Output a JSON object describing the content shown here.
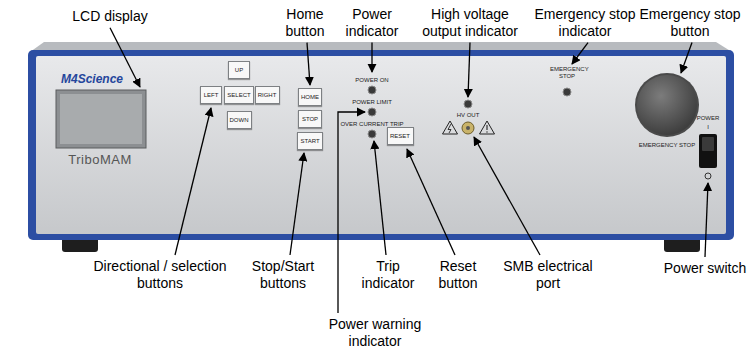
{
  "diagram": {
    "nodes": [
      {
        "text": [
          "UP"
        ]
      },
      {
        "text": [
          "LEFT"
        ]
      },
      {
        "text": [
          "SELECT"
        ]
      },
      {
        "text": [
          "RIGHT"
        ]
      },
      {
        "text": [
          "DOWN"
        ]
      },
      {
        "text": [
          "HOME"
        ]
      },
      {
        "text": [
          "STOP"
        ]
      },
      {
        "text": [
          "START"
        ]
      },
      {
        "text": [
          "RESET"
        ]
      }
    ],
    "labels": [
      "LCD display",
      "Home button",
      "Power indicator",
      "High voltage output indicator",
      "Emergency stop indicator",
      "Emergency stop button",
      "M4Science",
      "TriboMAM",
      "POWER ON",
      "POWER LIMIT",
      "OVER CURRENT TRIP",
      "HV OUT",
      "EMERGENCY STOP",
      "EMERGENCY STOP",
      "POWER",
      "I",
      "Directional / selection buttons",
      "Stop/Start buttons",
      "Trip indicator",
      "Reset button",
      "SMB electrical port",
      "Power switch",
      "Power warning indicator"
    ]
  }
}
